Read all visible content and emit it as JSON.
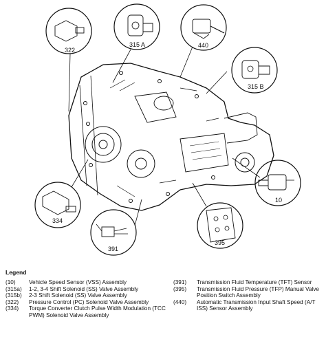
{
  "callouts": {
    "c322": "322",
    "c315a": "315 A",
    "c440": "440",
    "c315b": "315 B",
    "c10": "10",
    "c334": "334",
    "c391": "391",
    "c395": "395"
  },
  "legend": {
    "title": "Legend",
    "left": [
      {
        "code": "(10)",
        "text": "Vehicle Speed Sensor (VSS) Assembly"
      },
      {
        "code": "(315a)",
        "text": "1-2, 3-4 Shift Solenoid (SS) Valve Assembly"
      },
      {
        "code": "(315b)",
        "text": "2-3 Shift Solenoid (SS) Valve Assembly"
      },
      {
        "code": "(322)",
        "text": "Pressure Control (PC) Solenoid Valve Assembly"
      },
      {
        "code": "(334)",
        "text": "Torque Converter Clutch Pulse Width Modulation (TCC PWM) Solenoid Valve Assembly"
      }
    ],
    "right": [
      {
        "code": "(391)",
        "text": "Transmission Fluid Temperature (TFT) Sensor"
      },
      {
        "code": "(395)",
        "text": "Transmission Fluid Pressure (TFP) Manual Valve Position Switch Assembly"
      },
      {
        "code": "(440)",
        "text": "Automatic Transmission Input Shaft Speed (A/T ISS) Sensor Assembly"
      }
    ]
  }
}
